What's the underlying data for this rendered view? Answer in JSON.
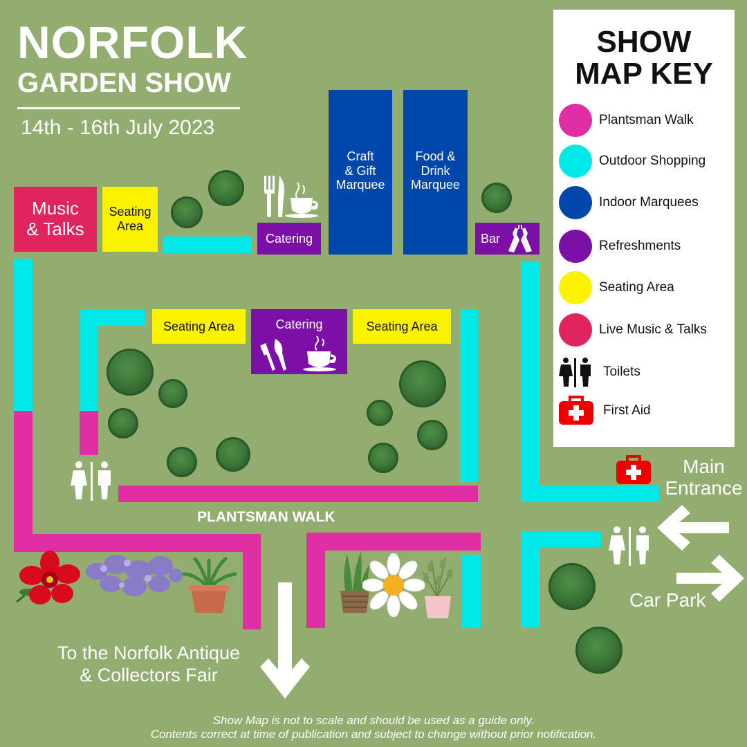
{
  "header": {
    "title_line1": "NORFOLK",
    "title_line2": "GARDEN SHOW",
    "dates": "14th - 16th July 2023"
  },
  "zones": {
    "music_talks": "Music\n& Talks",
    "seating_area_top": "Seating\nArea",
    "catering_top": "Catering",
    "craft_marquee": "Craft\n& Gift\nMarquee",
    "food_marquee": "Food &\nDrink\nMarquee",
    "bar": "Bar",
    "seating_area_left": "Seating Area",
    "catering_center": "Catering",
    "seating_area_right": "Seating Area",
    "plantsman_walk": "PLANTSMAN WALK"
  },
  "directions": {
    "main_entrance": "Main\nEntrance",
    "car_park": "Car Park",
    "antique_fair": "To the Norfolk Antique\n& Collectors Fair"
  },
  "key": {
    "title": "SHOW\nMAP KEY",
    "items": [
      {
        "label": "Plantsman Walk",
        "color": "#e02fa4"
      },
      {
        "label": "Outdoor Shopping",
        "color": "#00e8e8"
      },
      {
        "label": "Indoor Marquees",
        "color": "#0047ab"
      },
      {
        "label": "Refreshments",
        "color": "#7c10a6"
      },
      {
        "label": "Seating Area",
        "color": "#fbf200"
      },
      {
        "label": "Live Music & Talks",
        "color": "#e0245e"
      },
      {
        "label": "Toilets",
        "icon": "toilets-icon"
      },
      {
        "label": "First Aid",
        "icon": "first-aid-icon"
      }
    ]
  },
  "footer": {
    "note": "Show Map is not to scale and should be used as a guide only.\nContents correct at time of publication and subject to change without prior notification."
  }
}
